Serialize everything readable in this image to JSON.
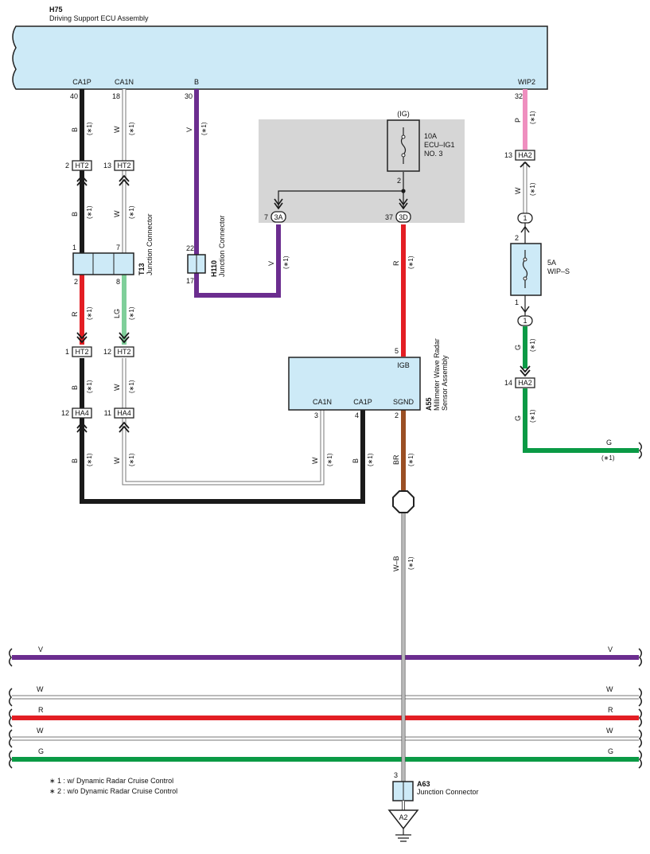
{
  "colors": {
    "black": "#1a1a1a",
    "white_wire": "#ffffff",
    "violet": "#6b2d8f",
    "red": "#e31e24",
    "pink": "#ef8fbf",
    "green": "#0a9a45",
    "light_green": "#7fcf9a",
    "brown": "#9a4f24",
    "component_fill": "#cdeaf7",
    "fuse_area": "#d6d6d6"
  },
  "ecu": {
    "ref": "H75",
    "name": "Driving Support ECU Assembly",
    "terminals": {
      "ca1p": "CA1P",
      "ca1n": "CA1N",
      "b": "B",
      "wip2": "WIP2"
    },
    "pins": {
      "ca1p": "40",
      "ca1n": "18",
      "b": "30",
      "wip2": "32"
    }
  },
  "fuse_ig": {
    "label": "(IG)",
    "rating": "10A",
    "name_line1": "ECU–IG1",
    "name_line2": "NO. 3",
    "pin_bottom": "2",
    "conn_a": "3A",
    "conn_a_pin": "7",
    "conn_d": "3D",
    "conn_d_pin": "37"
  },
  "fuse_wip": {
    "rating": "5A",
    "name": "WIP–S",
    "pin_top": "2",
    "pin_bottom": "1",
    "oval_top": "1",
    "oval_bottom": "1"
  },
  "junction_t13": {
    "ref": "T13",
    "name": "Junction Connector",
    "pins": {
      "tl": "1",
      "tr": "7",
      "bl": "2",
      "br": "8"
    }
  },
  "junction_h110": {
    "ref": "H110",
    "name": "Junction Connector",
    "pin_top": "22",
    "pin_bottom": "17"
  },
  "radar": {
    "ref": "A55",
    "name_line1": "Millimeter Wave Radar",
    "name_line2": "Sensor Assembly",
    "terminals": {
      "igb": "IGB",
      "ca1n": "CA1N",
      "ca1p": "CA1P",
      "sgnd": "SGND"
    },
    "pins": {
      "igb": "5",
      "ca1n": "3",
      "ca1p": "4",
      "sgnd": "2"
    }
  },
  "junction_a63": {
    "ref": "A63",
    "name": "Junction Connector",
    "pin": "3",
    "ground": "A2"
  },
  "connectors": {
    "ht2_l1": {
      "name": "HT2",
      "pin": "2"
    },
    "ht2_r1": {
      "name": "HT2",
      "pin": "13"
    },
    "ht2_l2": {
      "name": "HT2",
      "pin": "1"
    },
    "ht2_r2": {
      "name": "HT2",
      "pin": "12"
    },
    "ha4_l": {
      "name": "HA4",
      "pin": "12"
    },
    "ha4_r": {
      "name": "HA4",
      "pin": "11"
    },
    "ha2_top": {
      "name": "HA2",
      "pin": "13"
    },
    "ha2_bot": {
      "name": "HA2",
      "pin": "14"
    }
  },
  "wire_labels": {
    "b": "B",
    "w": "W",
    "v": "V",
    "r": "R",
    "lg": "LG",
    "p": "P",
    "g": "G",
    "br": "BR",
    "wb": "W–B",
    "note1": "(∗1)"
  },
  "bus_labels": {
    "v": "V",
    "w1": "W",
    "r": "R",
    "w2": "W",
    "g": "G"
  },
  "notes": {
    "n1": "∗ 1 : w/ Dynamic Radar Cruise Control",
    "n2": "∗ 2 : w/o Dynamic Radar Cruise Control"
  }
}
